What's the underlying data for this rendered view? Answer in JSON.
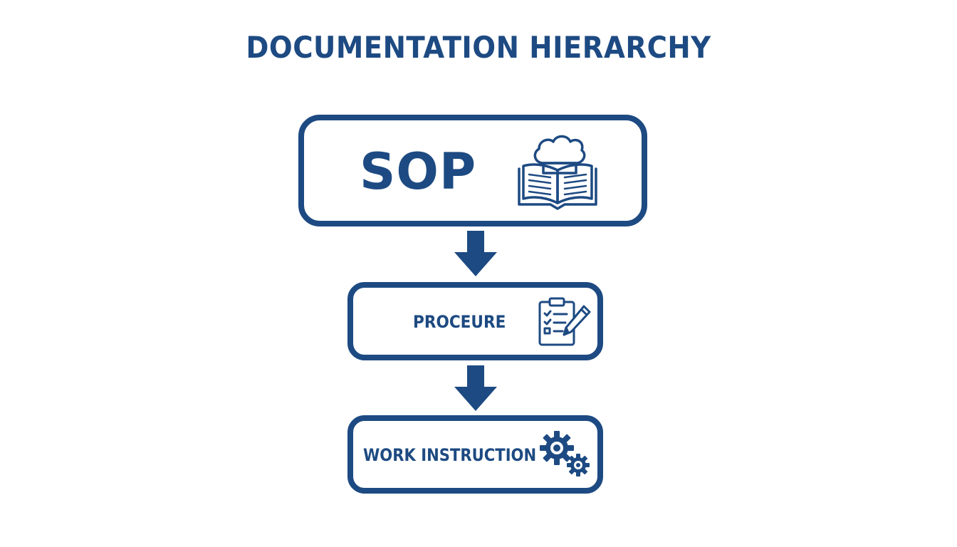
{
  "title": "DOCUMENTATION HIERARCHY",
  "levels": [
    {
      "label": "SOP",
      "icon": "book-chef-hat-icon"
    },
    {
      "label": "PROCEURE",
      "icon": "clipboard-checklist-pencil-icon"
    },
    {
      "label": "WORK INSTRUCTION",
      "icon": "gears-icon"
    }
  ],
  "colors": {
    "primary": "#1d4a82",
    "background": "#ffffff"
  }
}
